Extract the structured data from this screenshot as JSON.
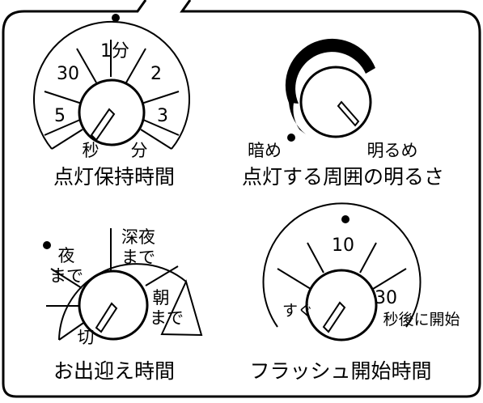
{
  "dial_timer": {
    "title": "点灯保持時間",
    "labels": {
      "top": "1分",
      "upper_left": "30",
      "upper_right": "2",
      "left": "5",
      "right": "3",
      "bottom_left": "秒",
      "bottom_right": "分"
    }
  },
  "dial_brightness": {
    "title": "点灯する周囲の明るさ",
    "label_dark": "暗め",
    "label_bright": "明るめ"
  },
  "dial_welcome": {
    "title": "お出迎え時間",
    "labels": {
      "night": "夜",
      "night_until": "まで",
      "late_night": "深夜",
      "late_night_until": "まで",
      "morning": "朝",
      "morning_until": "まで",
      "off": "切"
    }
  },
  "dial_flash": {
    "title": "フラッシュ開始時間",
    "labels": {
      "top": "10",
      "left": "すぐ",
      "right": "30",
      "right_suffix": "秒後に開始"
    }
  }
}
